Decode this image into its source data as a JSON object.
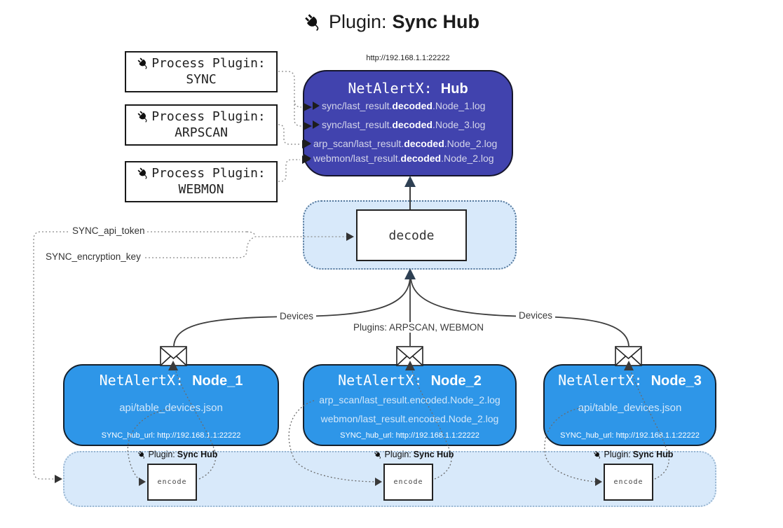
{
  "title": {
    "label": "Plugin:",
    "name": "Sync Hub"
  },
  "process_plugins": [
    {
      "label": "Process Plugin:",
      "name": "SYNC"
    },
    {
      "label": "Process Plugin:",
      "name": "ARPSCAN"
    },
    {
      "label": "Process Plugin:",
      "name": "WEBMON"
    }
  ],
  "hub": {
    "url": "http://192.168.1.1:22222",
    "title_label": "NetAlertX:",
    "title_name": "Hub",
    "files": [
      {
        "pre": "sync/last_result.",
        "bold": "decoded",
        "post": ".Node_1.log"
      },
      {
        "pre": "sync/last_result.",
        "bold": "decoded",
        "post": ".Node_3.log"
      },
      {
        "pre": "arp_scan/last_result.",
        "bold": "decoded",
        "post": ".Node_2.log"
      },
      {
        "pre": "webmon/last_result.",
        "bold": "decoded",
        "post": ".Node_2.log"
      }
    ]
  },
  "keys": {
    "api_token": "SYNC_api_token",
    "encryption_key": "SYNC_encryption_key"
  },
  "decode": {
    "label": "decode"
  },
  "edge_labels": {
    "devices_left": "Devices",
    "plugins": "Plugins: ARPSCAN, WEBMON",
    "devices_right": "Devices"
  },
  "nodes": [
    {
      "title_label": "NetAlertX:",
      "title_name": "Node_1",
      "files": [
        "api/table_devices.json"
      ],
      "hub_url": "SYNC_hub_url: http://192.168.1.1:22222"
    },
    {
      "title_label": "NetAlertX:",
      "title_name": "Node_2",
      "files": [
        "arp_scan/last_result.encoded.Node_2.log",
        "webmon/last_result.encoded.Node_2.log"
      ],
      "hub_url": "SYNC_hub_url: http://192.168.1.1:22222"
    },
    {
      "title_label": "NetAlertX:",
      "title_name": "Node_3",
      "files": [
        "api/table_devices.json"
      ],
      "hub_url": "SYNC_hub_url: http://192.168.1.1:22222"
    }
  ],
  "encoders": [
    {
      "label": "Plugin:",
      "name": "Sync Hub",
      "box_label": "encode"
    },
    {
      "label": "Plugin:",
      "name": "Sync Hub",
      "box_label": "encode"
    },
    {
      "label": "Plugin:",
      "name": "Sync Hub",
      "box_label": "encode"
    }
  ],
  "colors": {
    "hub": "#4143ae",
    "node": "#2e96e8",
    "panel": "#d8e9fa",
    "arrow": "#2e4053"
  }
}
